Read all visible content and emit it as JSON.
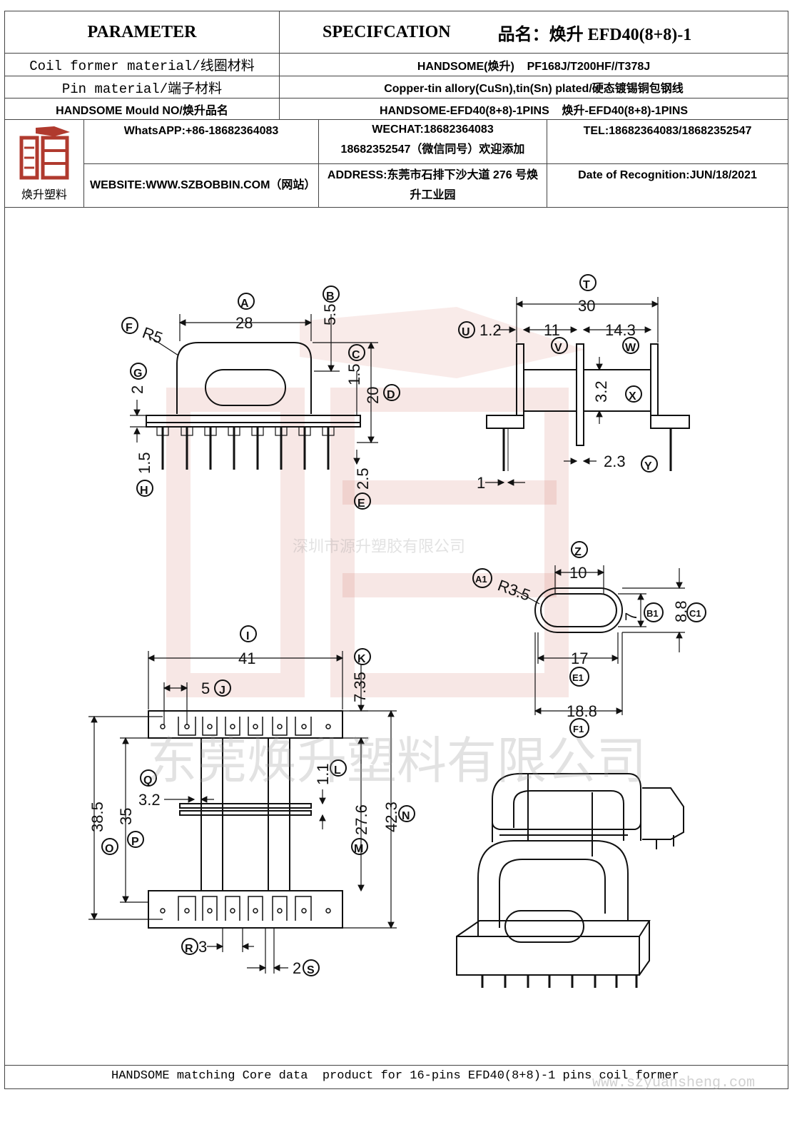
{
  "header": {
    "parameter": "PARAMETER",
    "specification": "SPECIFCATION",
    "product_name": "品名：焕升 EFD40(8+8)-1"
  },
  "rows": [
    {
      "label": "Coil former material/线圈材料",
      "value": "HANDSOME(焕升)    PF168J/T200HF//T378J"
    },
    {
      "label": "Pin material/端子材料",
      "value": "Copper-tin allory(CuSn),tin(Sn) plated/硬态镀锡铜包钢线"
    },
    {
      "label": "HANDSOME Mould NO/焕升品名",
      "value": "HANDSOME-EFD40(8+8)-1PINS    焕升-EFD40(8+8)-1PINS"
    }
  ],
  "company": {
    "logo_text": "焕升塑料",
    "whatsapp": "WhatsAPP:+86-18682364083",
    "wechat": "WECHAT:18682364083",
    "wechat_note": "18682352547（微信同号）欢迎添加",
    "tel": "TEL:18682364083/18682352547",
    "website": "WEBSITE:WWW.SZBOBBIN.COM（网站）",
    "address": "ADDRESS:东莞市石排下沙大道 276 号焕升工业园",
    "date": "Date of Recognition:JUN/18/2021"
  },
  "watermarks": {
    "mid": "深圳市源升塑胶有限公司",
    "large": "东莞焕升塑料有限公司",
    "url": "www.szyuansheng.com"
  },
  "footer": "HANDSOME matching Core data  product for 16-pins EFD40(8+8)-1 pins coil former",
  "drawing": {
    "front_view": {
      "A": "28",
      "B": "5.5",
      "C": "1.5",
      "D": "20",
      "E": "2.5",
      "F": "R5",
      "G": "2",
      "H": "1.5"
    },
    "side_view": {
      "T": "30",
      "U": "1.2",
      "V": "11",
      "W": "14.3",
      "X": "3.2",
      "Y": "2.3",
      "pin": "1"
    },
    "slot_view": {
      "Z": "10",
      "A1": "R3.5",
      "B1": "7",
      "C1": "8.8",
      "E1": "17",
      "F1": "18.8"
    },
    "bottom_view": {
      "I": "41",
      "J": "5",
      "K": "7.35",
      "L": "1.1",
      "M": "27.6",
      "N": "42.3",
      "O": "38.5",
      "P": "35",
      "Q": "3.2",
      "R": "3",
      "S": "2"
    }
  },
  "colors": {
    "border": "#444444",
    "drawing": "#111111",
    "watermark_red": "#c0392b"
  }
}
